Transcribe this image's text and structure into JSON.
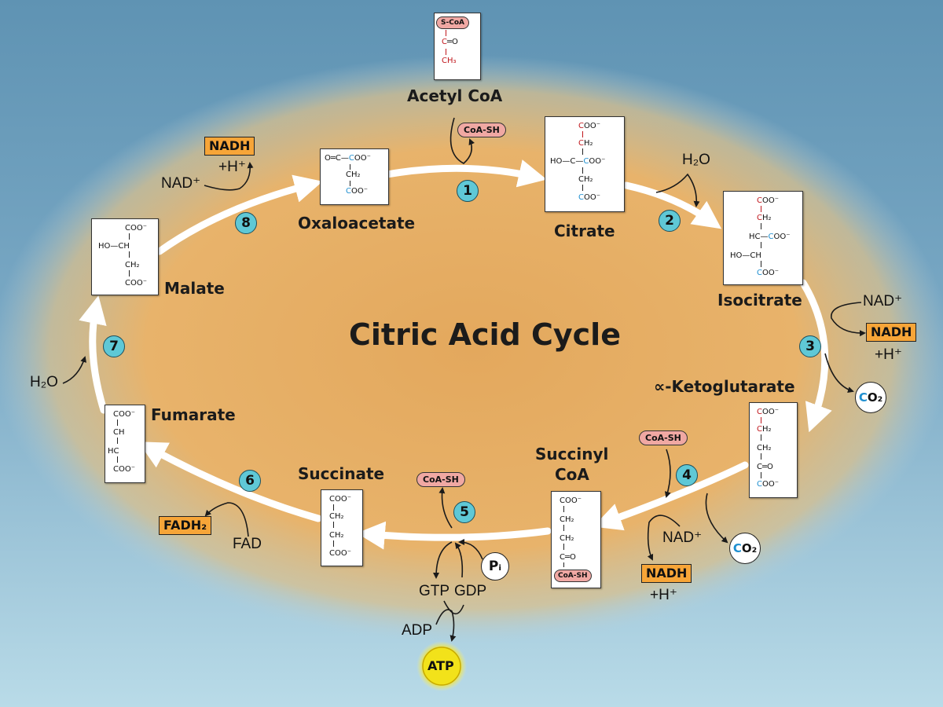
{
  "title": "Citric Acid Cycle",
  "intermediates": {
    "acetyl_coa": "Acetyl CoA",
    "oxaloacetate": "Oxaloacetate",
    "citrate": "Citrate",
    "isocitrate": "Isocitrate",
    "ketoglutarate": "∝-Ketoglutarate",
    "succinyl_coa_1": "Succinyl",
    "succinyl_coa_2": "CoA",
    "succinate": "Succinate",
    "fumarate": "Fumarate",
    "malate": "Malate"
  },
  "steps": [
    "1",
    "2",
    "3",
    "4",
    "5",
    "6",
    "7",
    "8"
  ],
  "cofactors": {
    "coa_sh": "CoA-SH",
    "s_coa": "S-CoA",
    "h2o": "H₂O",
    "nad_plus": "NAD⁺",
    "nadh": "NADH",
    "h_plus": "+H⁺",
    "co2": "CO₂",
    "fadh2": "FADH₂",
    "fad": "FAD",
    "gtp": "GTP",
    "gdp": "GDP",
    "adp": "ADP",
    "atp": "ATP",
    "pi": "Pᵢ"
  },
  "structures": {
    "acetyl_coa": [
      "C=O",
      "CH₃"
    ],
    "oxaloacetate": [
      "O═C—COO⁻",
      "CH₂",
      "COO⁻"
    ],
    "citrate": [
      "COO⁻",
      "CH₂",
      "HO—C—COO⁻",
      "CH₂",
      "COO⁻"
    ],
    "isocitrate": [
      "COO⁻",
      "CH₂",
      "HC—COO⁻",
      "HO—CH",
      "COO⁻"
    ],
    "ketoglutarate": [
      "COO⁻",
      "CH₂",
      "CH₂",
      "C═O",
      "COO⁻"
    ],
    "succinyl_coa": [
      "COO⁻",
      "CH₂",
      "CH₂",
      "C═O"
    ],
    "succinate": [
      "COO⁻",
      "CH₂",
      "CH₂",
      "COO⁻"
    ],
    "fumarate": [
      "COO⁻",
      "CH",
      "HC",
      "COO⁻"
    ],
    "malate": [
      "COO⁻",
      "HO—CH",
      "CH₂",
      "COO⁻"
    ]
  },
  "colors": {
    "cycle_fill": "#e6ad62",
    "step_circle": "#5fc8d6",
    "nadh_box": "#f7a538",
    "coa_pill": "#f0a8a3",
    "atp": "#f2e21a",
    "red_carbon": "#c0171d",
    "blue_carbon": "#1f8fd0"
  }
}
